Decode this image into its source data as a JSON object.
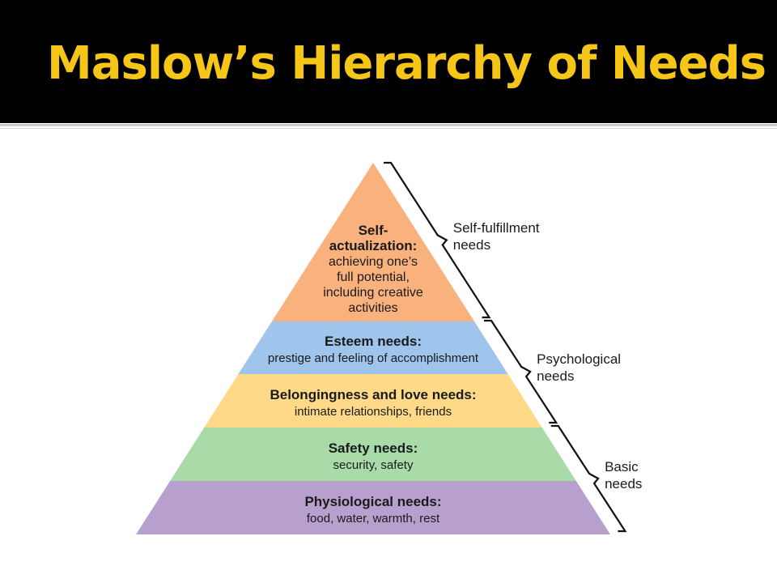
{
  "slide": {
    "title": "Maslow’s Hierarchy of Needs"
  },
  "pyramid": {
    "tiers": [
      {
        "id": "self-actualization",
        "heading": [
          "Self-",
          "actualization:"
        ],
        "detail": [
          "achieving one’s",
          "full potential,",
          "including creative",
          "activities"
        ],
        "color": "#f9b27d"
      },
      {
        "id": "esteem",
        "heading": [
          "Esteem needs:"
        ],
        "detail": [
          "prestige and feeling of accomplishment"
        ],
        "color": "#9fc5ec"
      },
      {
        "id": "belongingness",
        "heading": [
          "Belongingness and love needs:"
        ],
        "detail": [
          "intimate relationships, friends"
        ],
        "color": "#fdd988"
      },
      {
        "id": "safety",
        "heading": [
          "Safety needs:"
        ],
        "detail": [
          "security, safety"
        ],
        "color": "#a8dba8"
      },
      {
        "id": "physiological",
        "heading": [
          "Physiological needs:"
        ],
        "detail": [
          "food, water, warmth, rest"
        ],
        "color": "#b7a0ce"
      }
    ]
  },
  "groups": [
    {
      "id": "self-fulfillment",
      "label": [
        "Self-fulfillment",
        "needs"
      ]
    },
    {
      "id": "psychological",
      "label": [
        "Psychological",
        "needs"
      ]
    },
    {
      "id": "basic",
      "label": [
        "Basic",
        "needs"
      ]
    }
  ],
  "colors": {
    "title": "#f5c518",
    "title_bar": "#000000"
  }
}
